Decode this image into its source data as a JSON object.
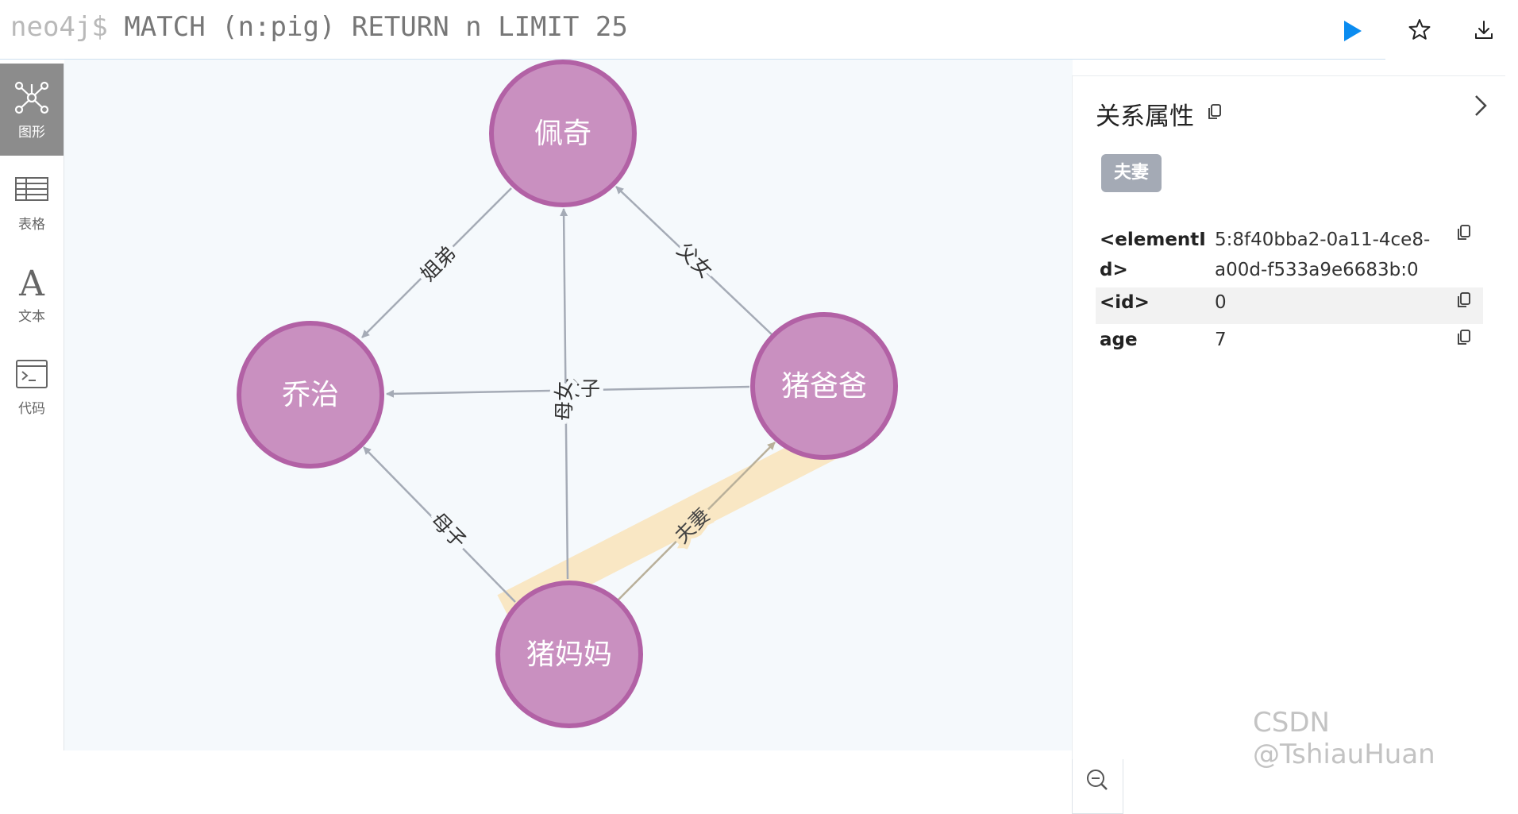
{
  "query": {
    "prompt": "neo4j$",
    "text": "MATCH (n:pig) RETURN n LIMIT 25"
  },
  "toolbar": {
    "run_icon": "play-icon",
    "favorite_icon": "star-icon",
    "download_icon": "download-icon"
  },
  "sidebar": {
    "items": [
      {
        "label": "图形",
        "icon": "graph-icon"
      },
      {
        "label": "表格",
        "icon": "table-icon"
      },
      {
        "label": "文本",
        "icon": "text-icon"
      },
      {
        "label": "代码",
        "icon": "code-icon"
      }
    ]
  },
  "graph": {
    "nodes": {
      "peppa": "佩奇",
      "george": "乔治",
      "daddy": "猪爸爸",
      "mummy": "猪妈妈"
    },
    "edges": {
      "siblings": "姐弟",
      "father_daughter": "父女",
      "father_son": "父子",
      "mother_daughter": "母女",
      "mother_son": "母子",
      "spouse": "夫妻"
    },
    "colors": {
      "node_fill": "#c990c0",
      "node_stroke": "#b261a5",
      "edge": "#a5abb6",
      "highlight": "#f9e7c4"
    }
  },
  "zoom": {
    "in_icon": "zoom-in-icon",
    "out_icon": "zoom-out-icon"
  },
  "panel": {
    "title": "关系属性",
    "badge": "夫妻",
    "properties": [
      {
        "key": "<elementId>",
        "value": "5:8f40bba2-0a11-4ce8-a00d-f533a9e6683b:0"
      },
      {
        "key": "<id>",
        "value": "0"
      },
      {
        "key": "age",
        "value": "7"
      }
    ]
  },
  "watermark": "CSDN @TshiauHuan"
}
